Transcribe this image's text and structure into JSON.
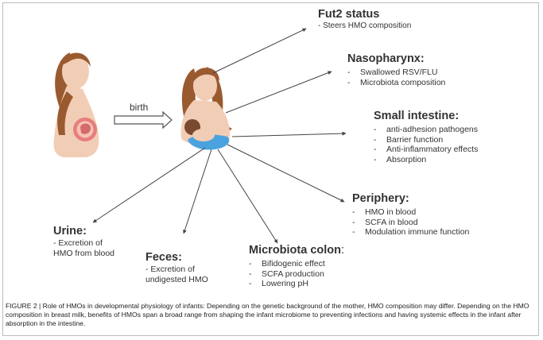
{
  "birth_label": "birth",
  "nodes": {
    "fut2": {
      "title": "Fut2 status",
      "sub": "- Steers HMO composition"
    },
    "nasopharynx": {
      "title": "Nasopharynx:",
      "items": [
        "Swallowed RSV/FLU",
        "Microbiota composition"
      ]
    },
    "small_intestine": {
      "title": "Small intestine:",
      "items": [
        "anti-adhesion pathogens",
        "Barrier function",
        "Anti-inflammatory effects",
        "Absorption"
      ]
    },
    "periphery": {
      "title": "Periphery:",
      "items": [
        "HMO in blood",
        "SCFA in blood",
        "Modulation immune function"
      ]
    },
    "microbiota_colon": {
      "title": "Microbiota colon",
      "title_tail": ":",
      "items": [
        "Bifidogenic effect",
        "SCFA production",
        "Lowering pH"
      ]
    },
    "feces": {
      "title": "Feces:",
      "lines": [
        "- Excretion of",
        "undigested HMO"
      ]
    },
    "urine": {
      "title": "Urine:",
      "lines": [
        "- Excretion of",
        "HMO from blood"
      ]
    }
  },
  "caption": "FIGURE 2 | Role of HMOs in developmental physiology of infants: Depending on the genetic background of the mother, HMO composition may differ. Depending on the HMO composition in breast milk, benefits of HMOs span a broad range from shaping the infant microbiome to preventing infections and having systemic effects in the infant after absorption in the intestine.",
  "colors": {
    "skin": "#f2cdb6",
    "hair": "#9a5a2f",
    "womb": "#e57e7e",
    "blanket": "#4aa3df",
    "arrow": "#444444"
  }
}
